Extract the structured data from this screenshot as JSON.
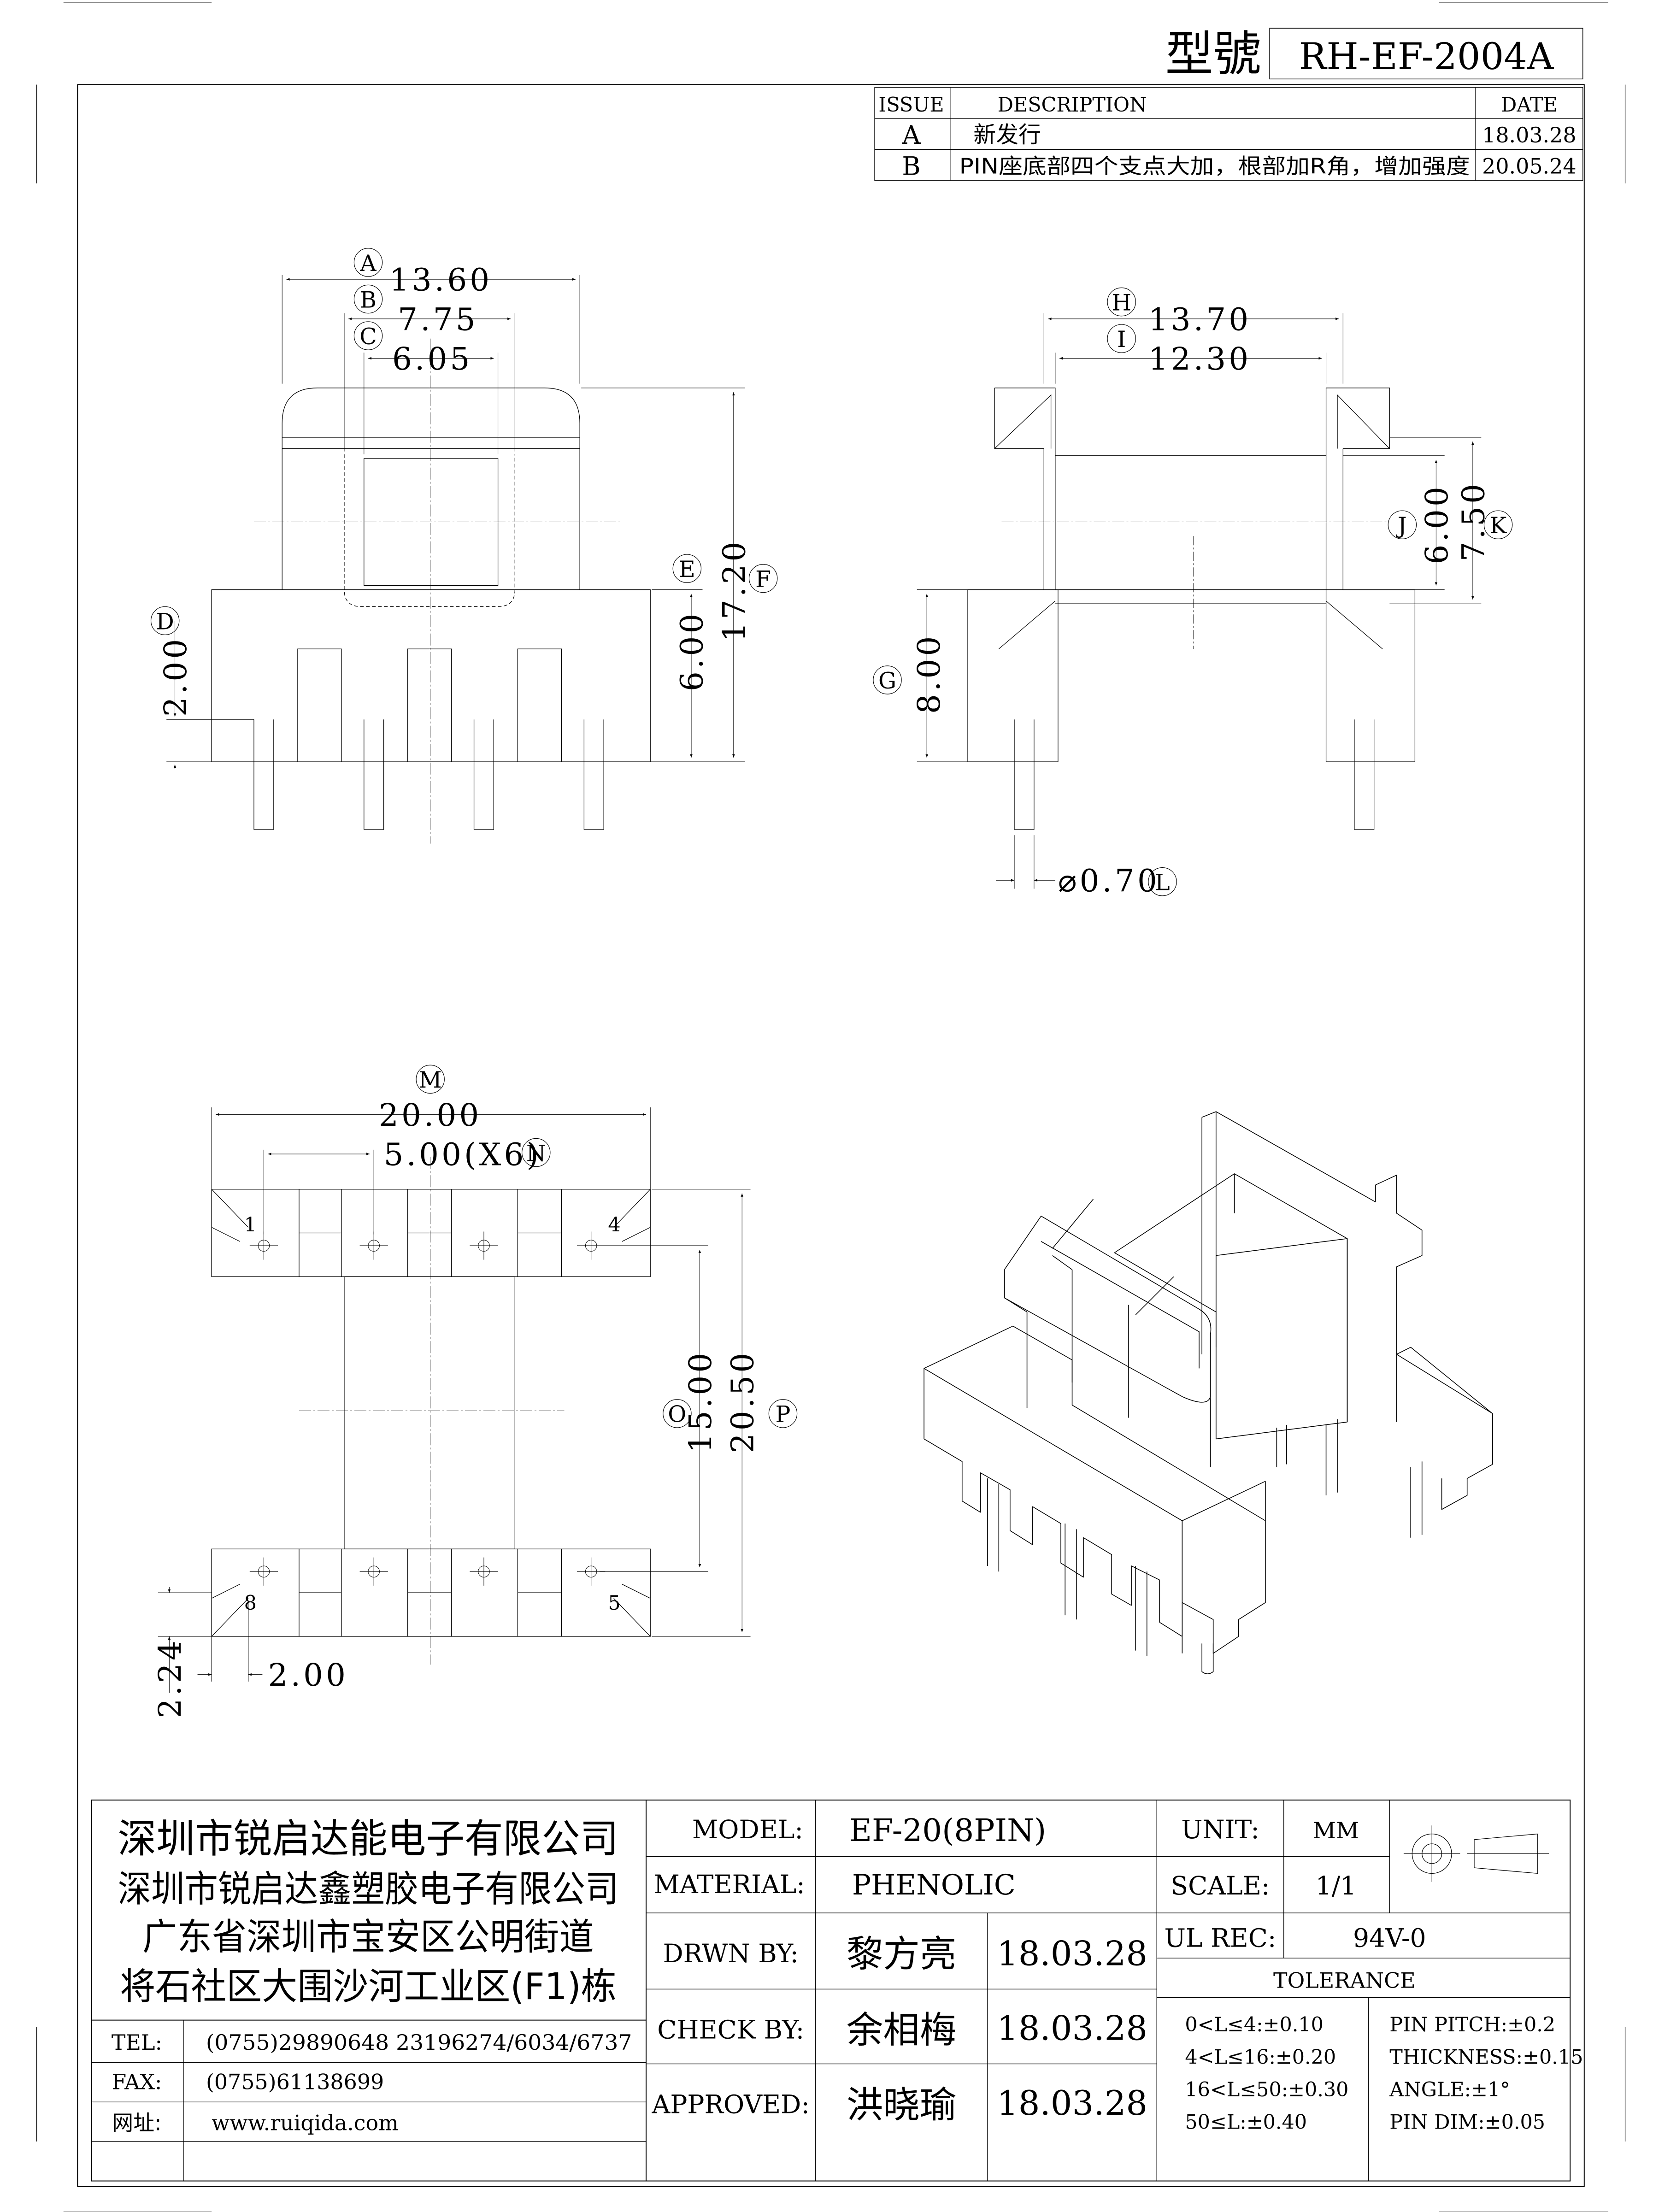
{
  "header": {
    "model_label": "型號",
    "model_no": "RH-EF-2004A"
  },
  "revision": {
    "headers": [
      "ISSUE",
      "DESCRIPTION",
      "DATE"
    ],
    "rows": [
      {
        "issue": "A",
        "description": "新发行",
        "date": "18.03.28"
      },
      {
        "issue": "B",
        "description": "PIN座底部四个支点大加，根部加R角，增加强度",
        "date": "20.05.24"
      }
    ]
  },
  "dimensions": {
    "A": {
      "letter": "A",
      "value": "13.60"
    },
    "B": {
      "letter": "B",
      "value": "7.75"
    },
    "C": {
      "letter": "C",
      "value": "6.05"
    },
    "D": {
      "letter": "D",
      "value": "2.00"
    },
    "E": {
      "letter": "E",
      "value": "6.00"
    },
    "F": {
      "letter": "F",
      "value": "17.20"
    },
    "G": {
      "letter": "G",
      "value": "8.00"
    },
    "H": {
      "letter": "H",
      "value": "13.70"
    },
    "I": {
      "letter": "I",
      "value": "12.30"
    },
    "J": {
      "letter": "J",
      "value": "6.00"
    },
    "K": {
      "letter": "K",
      "value": "7.50"
    },
    "L": {
      "letter": "L",
      "value": "⌀0.70"
    },
    "M": {
      "letter": "M",
      "value": "20.00"
    },
    "N": {
      "letter": "N",
      "value": "5.00(X6)"
    },
    "O": {
      "letter": "O",
      "value": "15.00"
    },
    "P": {
      "letter": "P",
      "value": "20.50"
    },
    "bottom_gap": "2.00",
    "bottom_offset": "2.24"
  },
  "pins": {
    "p1": "1",
    "p4": "4",
    "p5": "5",
    "p8": "8"
  },
  "company": {
    "lines": [
      "深圳市锐启达能电子有限公司",
      "深圳市锐启达鑫塑胶电子有限公司",
      "广东省深圳市宝安区公明街道",
      "将石社区大围沙河工业区(F1)栋"
    ],
    "tel_label": "TEL:",
    "tel": "(0755)29890648  23196274/6034/6737",
    "fax_label": "FAX:",
    "fax": "(0755)61138699",
    "web_label": "网址:",
    "web": "www.ruiqida.com"
  },
  "title_block": {
    "model_label": "MODEL:",
    "model": "EF-20(8PIN)",
    "material_label": "MATERIAL:",
    "material": "PHENOLIC",
    "drawn_label": "DRWN BY:",
    "drawn": "黎方亮",
    "drawn_date": "18.03.28",
    "check_label": "CHECK BY:",
    "check": "余相梅",
    "check_date": "18.03.28",
    "approved_label": "APPROVED:",
    "approved": "洪晓瑜",
    "approved_date": "18.03.28",
    "unit_label": "UNIT:",
    "unit": "MM",
    "scale_label": "SCALE:",
    "scale": "1/1",
    "ul_label": "UL REC:",
    "ul": "94V-0",
    "tolerance_label": "TOLERANCE",
    "tol_general": [
      "0<L≤4:±0.10",
      "4<L≤16:±0.20",
      "16<L≤50:±0.30",
      "50≤L:±0.40"
    ],
    "tol_pin": [
      "PIN PITCH:±0.2",
      "THICKNESS:±0.15",
      "ANGLE:±1°",
      "PIN DIM:±0.05"
    ]
  }
}
